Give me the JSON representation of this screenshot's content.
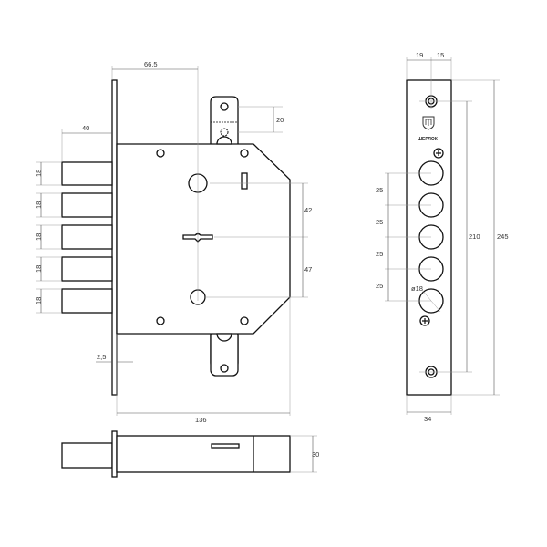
{
  "brand": "ШЕРЛОК",
  "dimensions": {
    "backset": "66,5",
    "bolt_throw": "40",
    "bolt_heights": [
      "18",
      "18",
      "18",
      "18",
      "18"
    ],
    "tab_hole_spacing": "20",
    "upper_to_key": "42",
    "key_to_lower": "47",
    "plate_thickness": "2,5",
    "case_width": "136",
    "case_depth": "30",
    "plate_left": "19",
    "plate_right": "15",
    "bolt_spacing": [
      "25",
      "25",
      "25",
      "25"
    ],
    "bolt_diameter": "ø18",
    "screw_spacing": "210",
    "plate_height": "245",
    "plate_width": "34"
  }
}
